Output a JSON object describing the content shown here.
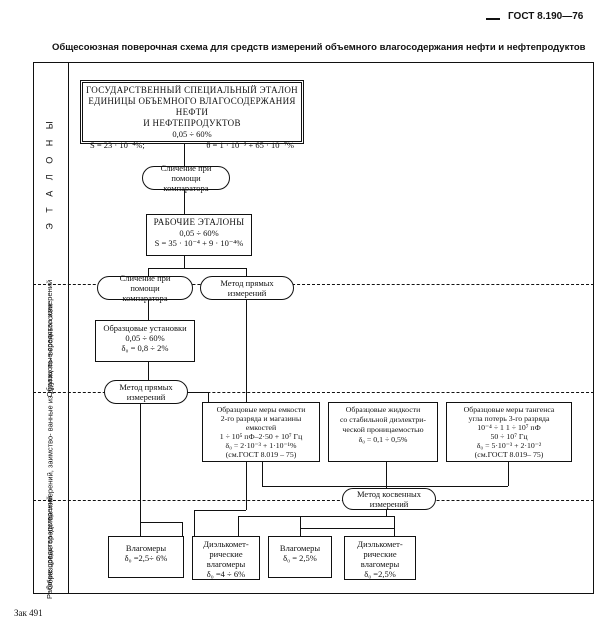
{
  "header": {
    "code": "ГОСТ 8.190—76"
  },
  "title": "Общесоюзная поверочная схема для средств измерений объемного влагосодержания нефти и нефтепродуктов",
  "sections": {
    "etalony": "Э Т А Л О Н Ы",
    "obrazcovye": "Образцовые средства\nизмерений",
    "obrazcovye_v": "Образцовые средства\nизмерений, заимство-\nванные из других по-\nверочных схем",
    "rabochie": "Рабочие средства\nизмерений"
  },
  "etalon_state": {
    "title": "ГОСУДАРСТВЕННЫЙ СПЕЦИАЛЬНЫЙ ЭТАЛОН\nЕДИНИЦЫ ОБЪЕМНОГО ВЛАГОСОДЕРЖАНИЯ НЕФТИ\nИ НЕФТЕПРОДУКТОВ",
    "range": "0,05 ÷ 60%",
    "s": "S = 23 · 10⁻⁴%;",
    "theta": "θ = 1 · 10⁻³ + 65 · 10⁻⁷%"
  },
  "compare_1": "Сличение при помощи\nкомпаратора",
  "working_etalon": {
    "title": "РАБОЧИЕ ЭТАЛОНЫ",
    "range": "0,05 ÷ 60%",
    "s": "S = 35 · 10⁻⁴ + 9 · 10⁻⁴%"
  },
  "compare_2": "Сличение при помощи\nкомпаратора",
  "direct_1": "Метод прямых\nизмерений",
  "obr_ustanovki": {
    "title": "Образцовые установки",
    "range": "0,05 ÷ 60%",
    "delta": "δ₀ = 0,8 ÷ 2%"
  },
  "direct_2": "Метод прямых\nизмерений",
  "measures_capacity": "Образцовые меры емкости\n2-го разряда и магазины\nемкостей\n1 ÷ 10⁵ пФ–2·50 + 10⁷ Гц\nδ₀ = 2·10⁻³ + 1·10⁻¹%\n(см.ГОСТ 8.019 – 75)",
  "liquids": "Образцовые жидкости\nсо стабильной диэлектри-\nческой проницаемостью\nδ₀ = 0,1 ÷ 0,5%",
  "tangent": "Образцовые меры тангенса\nугла потерь 3-го разряда\n10⁻⁴ ÷ 1   1 ÷ 10⁷ пФ\n50 ÷ 10⁷ Гц\nδ₀ = 5·10⁻³ + 2·10⁻²\n(см.ГОСТ 8.019– 75)",
  "indirect": "Метод косвенных\nизмерений",
  "work": [
    {
      "name": "Влагомеры",
      "delta": "δ₀ =2,5÷ 6%"
    },
    {
      "name": "Диэлькомет-\nрические\nвлагомеры",
      "delta": "δ₀ =4 ÷ 6%"
    },
    {
      "name": "Влагомеры",
      "delta": "δ₀ = 2,5%"
    },
    {
      "name": "Диэлькомет-\nрические\nвлагомеры",
      "delta": "δ₀ =2,5%"
    }
  ],
  "footer": "Зак 491"
}
